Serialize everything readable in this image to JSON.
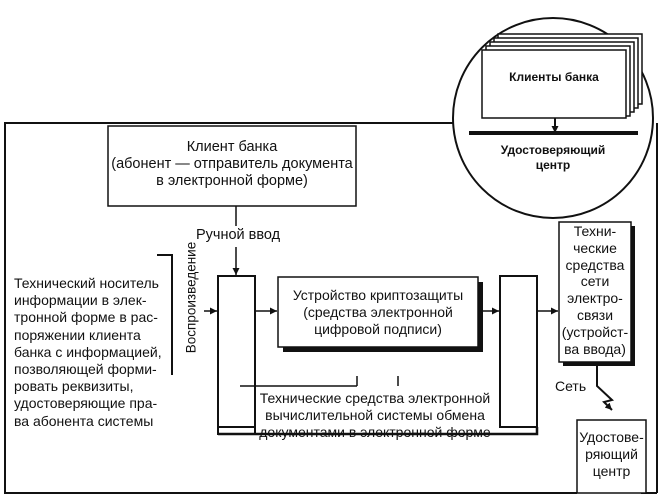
{
  "circle": {
    "stack_label": "Клиенты банка",
    "center_label": "Удостоверяющий центр"
  },
  "client": {
    "lines": [
      "Клиент банка",
      "(абонент — отправитель документа",
      "в электронной форме)"
    ]
  },
  "manual_input": "Ручной ввод",
  "playback": "Воспроизведение",
  "carrier": {
    "lines": [
      "Технический носитель",
      "информации в элек-",
      "тронной форме в рас-",
      "поряжении клиента",
      "банка с информацией,",
      "позволяющей форми-",
      "ровать реквизиты,",
      "удостоверяющие пра-",
      "ва абонента системы"
    ]
  },
  "crypto": {
    "lines": [
      "Устройство криптозащиты",
      "(средства электронной",
      "цифровой подписи)"
    ]
  },
  "exchange": {
    "lines": [
      "Технические средства электронной",
      "вычислительной системы обмена",
      "документами в электронной форме"
    ]
  },
  "telecom": {
    "lines": [
      "Техни-",
      "ческие",
      "средства",
      "сети",
      "электро-",
      "связи",
      "(устройст-",
      "ва ввода)"
    ]
  },
  "network": "Сеть",
  "cert_center": {
    "lines": [
      "Удостове-",
      "ряющий",
      "центр"
    ]
  },
  "colors": {
    "ink": "#111111",
    "background": "#ffffff"
  }
}
